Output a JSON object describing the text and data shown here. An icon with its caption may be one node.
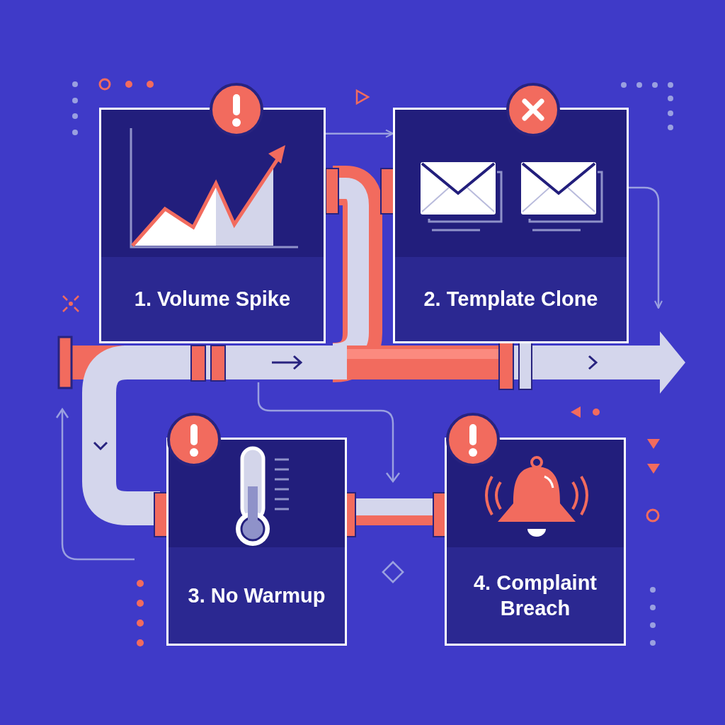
{
  "diagram": {
    "nodes": [
      {
        "text": [
          "1. Volume Spike"
        ]
      },
      {
        "text": [
          "2. Template Clone"
        ]
      },
      {
        "text": [
          "3. No Warmup"
        ]
      },
      {
        "text": [
          "4. Complaint Breach"
        ]
      }
    ],
    "edges": [
      {
        "from": 0,
        "to": 1,
        "arrow": "to"
      },
      {
        "from": 1,
        "to": null,
        "arrow": "to"
      },
      {
        "from": 2,
        "to": 3,
        "arrow": "none",
        "style": "thick"
      }
    ]
  }
}
